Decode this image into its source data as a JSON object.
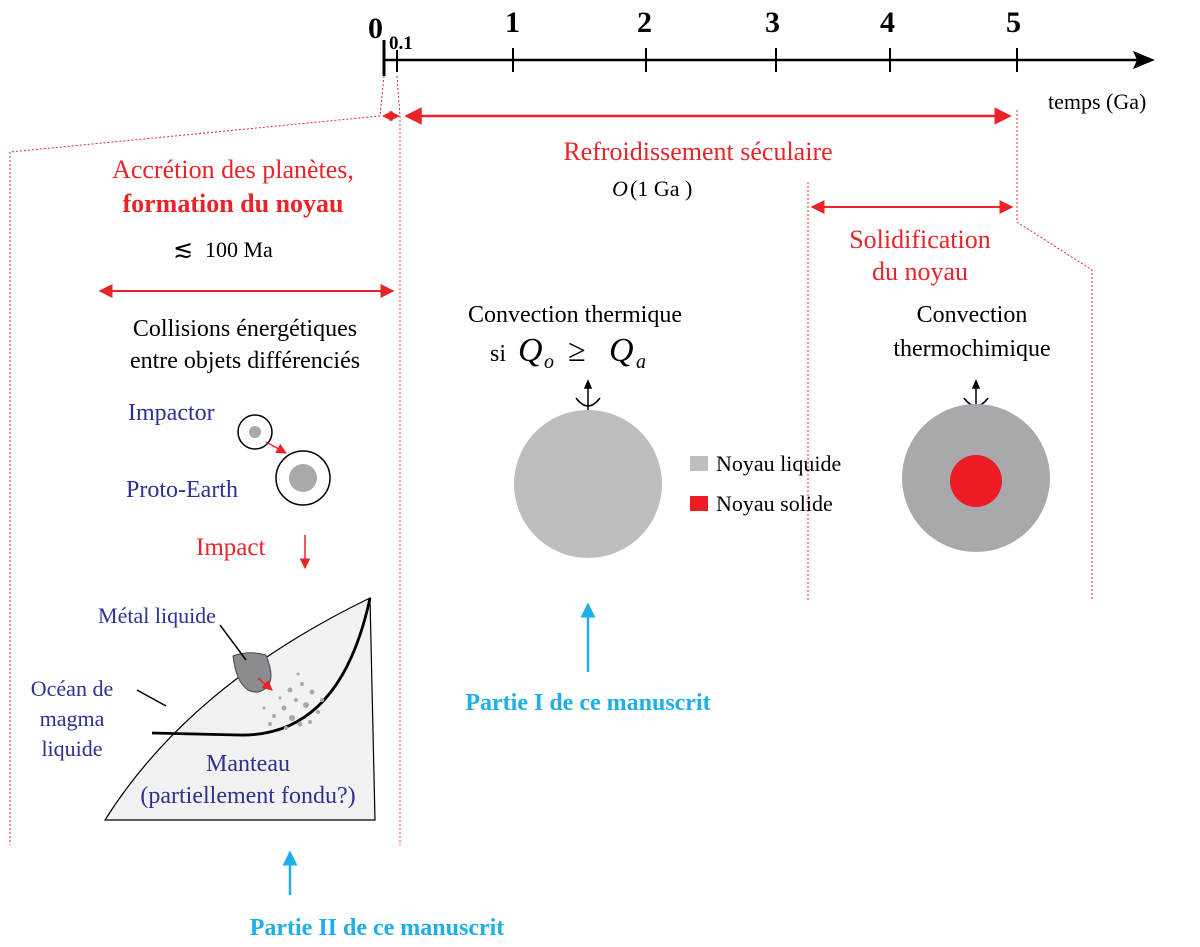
{
  "colors": {
    "accent_red": "#e8242a",
    "navy_text": "#2e3192",
    "cyan_text": "#1eaee8",
    "liquid_core": "#bcbec0",
    "liquid_core_dark": "#a7a9ac",
    "solid_core": "#ed1c24"
  },
  "axis": {
    "ticks": [
      {
        "label": "0",
        "value": 0
      },
      {
        "label": "0.1",
        "value": 0.1
      },
      {
        "label": "1",
        "value": 1
      },
      {
        "label": "2",
        "value": 2
      },
      {
        "label": "3",
        "value": 3
      },
      {
        "label": "4",
        "value": 4
      },
      {
        "label": "5",
        "value": 5
      }
    ],
    "label": "temps (Ga)"
  },
  "accretion": {
    "title_line1": "Accrétion des planètes,",
    "title_line2": "formation du noyau",
    "duration_symbol": "≲",
    "duration": "100 Ma",
    "desc_line1": "Collisions énergétiques",
    "desc_line2": "entre objets différenciés",
    "impactor": "Impactor",
    "proto_earth": "Proto-Earth",
    "impact": "Impact",
    "metal": "Métal liquide",
    "ocean_line1": "Océan de",
    "ocean_line2": "magma",
    "ocean_line3": "liquide",
    "mantle_line1": "Manteau",
    "mantle_line2": "(partiellement fondu?)"
  },
  "cooling": {
    "title": "Refroidissement séculaire",
    "order_o": "O",
    "order_value": "(1 Ga )",
    "convection_line1": "Convection thermique",
    "convection_si": "si",
    "convection_q": "Q",
    "convection_o": "o",
    "convection_geq": "≥",
    "convection_q2": "Q",
    "convection_a": "a"
  },
  "solidification": {
    "title_line1": "Solidification",
    "title_line2": "du noyau",
    "convection_line1": "Convection",
    "convection_line2": "thermochimique"
  },
  "legend": {
    "liquid": "Noyau liquide",
    "solid": "Noyau solide"
  },
  "parts": {
    "part1": "Partie I de ce manuscrit",
    "part2": "Partie II de ce manuscrit"
  }
}
